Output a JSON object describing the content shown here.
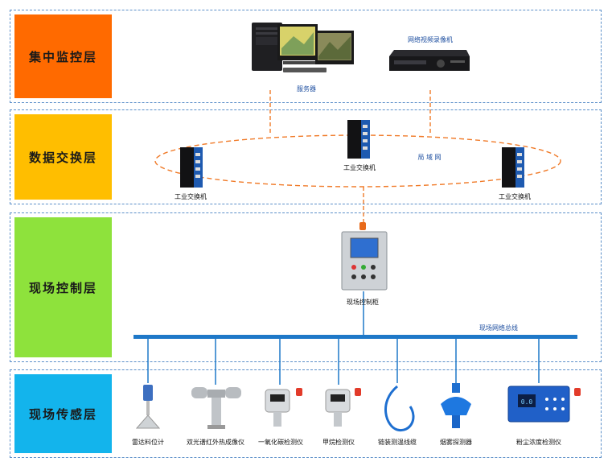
{
  "layers": [
    {
      "label": "集中监控层",
      "color": "#ff6a00"
    },
    {
      "label": "数据交换层",
      "color": "#ffbe00"
    },
    {
      "label": "现场控制层",
      "color": "#8ee23c"
    },
    {
      "label": "现场传感层",
      "color": "#13b4ec"
    }
  ],
  "monitor": {
    "server": "服务器",
    "nvr": "网络视频录像机"
  },
  "exchange": {
    "switch_center": "工业交换机",
    "switch_left": "工业交换机",
    "switch_right": "工业交换机",
    "lan": "局 域 网"
  },
  "control": {
    "cabinet": "现场控制柜",
    "bus": "现场网络总线"
  },
  "sensors": [
    "雷达料位计",
    "双光谱红外热成像仪",
    "一氧化碳检测仪",
    "甲烷检测仪",
    "链装测温线缆",
    "烟雾探测器",
    "粉尘浓度检测仪"
  ],
  "dust_display": "0.0",
  "colors": {
    "dash_blue": "#5b8fc9",
    "link_orange": "#f07a28",
    "bus_blue": "#1e78c8"
  }
}
